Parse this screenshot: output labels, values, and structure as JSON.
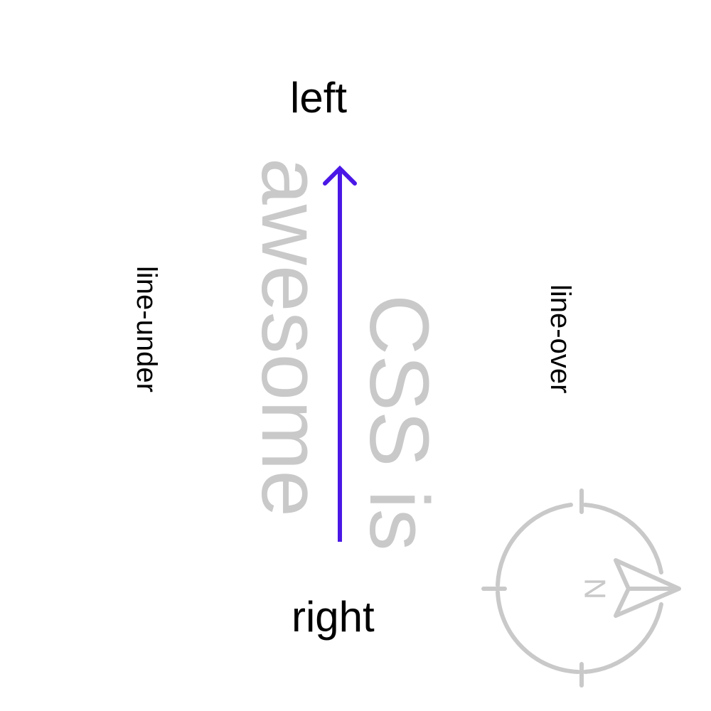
{
  "labels": {
    "top": "left",
    "bottom": "right",
    "side_left": "line-under",
    "side_right": "line-over"
  },
  "sample_text": {
    "line1": "CSS is",
    "line2": "awesome"
  },
  "icons": {
    "arrow": "arrow-up-icon",
    "compass": "compass-north-icon"
  },
  "compass": {
    "north_letter": "N"
  },
  "colors": {
    "arrow": "#4a17e6",
    "sample_text": "#c9c9c9",
    "compass": "#c9c9c9",
    "labels": "#000000"
  }
}
